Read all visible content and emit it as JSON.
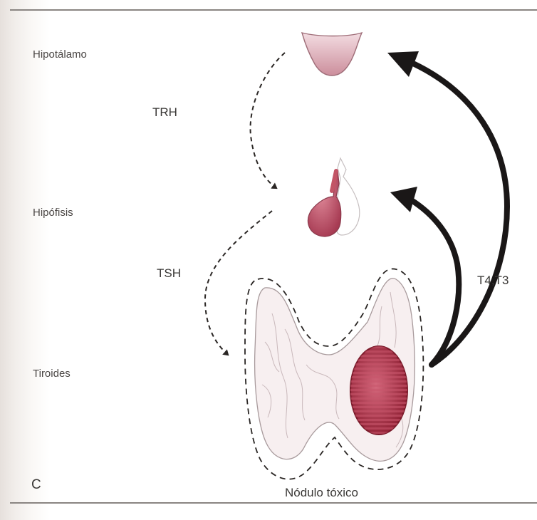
{
  "levels": {
    "hypothalamus": "Hipotálamo",
    "pituitary": "Hipófisis",
    "thyroid": "Tiroides"
  },
  "hormones": {
    "trh": "TRH",
    "tsh": "TSH",
    "feedback": "T4,T3"
  },
  "panel_letter": "C",
  "caption": "Nódulo tóxico",
  "colors": {
    "organ_pink": "#e2b7c2",
    "pituitary_stalk": "#b8505e",
    "nodule": "#a52a3c",
    "arrow": "#1a1717",
    "thyroid_fill": "#f7eff0"
  }
}
